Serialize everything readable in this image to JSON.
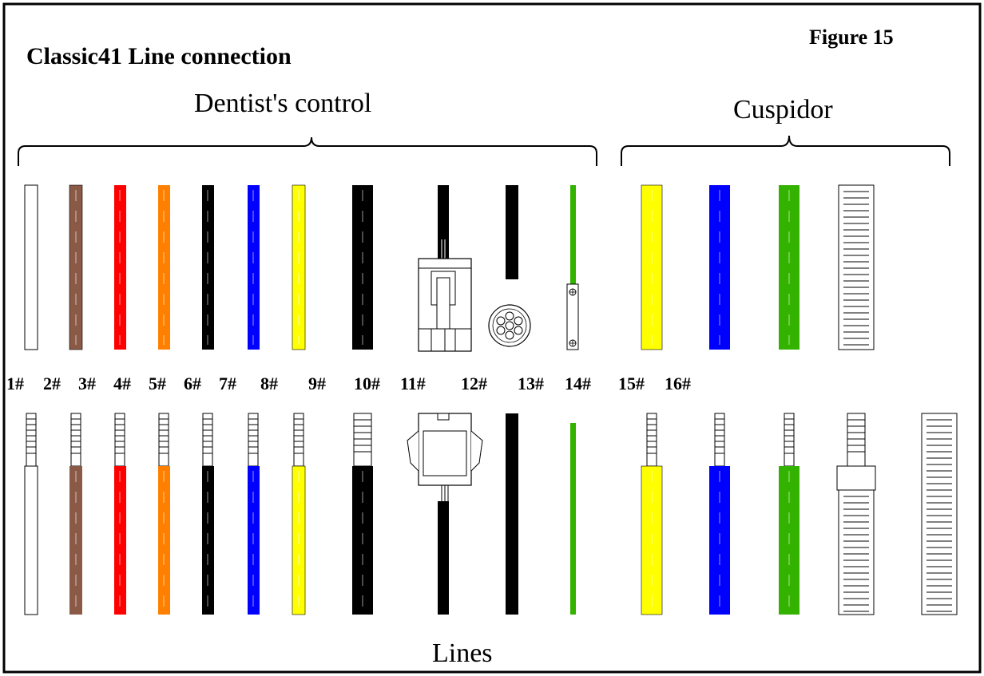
{
  "title": "Classic41 Line connection",
  "figure_label": "Figure  15",
  "group_labels": {
    "dentist": "Dentist's control",
    "cuspidor": "Cuspidor"
  },
  "footer_label": "Lines",
  "wire_numbers": [
    "1#",
    "2#",
    "3#",
    "4#",
    "5#",
    "6#",
    "7#",
    "8#",
    "9#",
    "10#",
    "11#",
    "12#",
    "13#",
    "14#",
    "15#",
    "16#"
  ],
  "colors": {
    "white": "#ffffff",
    "brown": "#8b5a46",
    "red": "#ff0000",
    "orange": "#ff8000",
    "black": "#000000",
    "blue": "#0000ff",
    "yellow": "#ffff00",
    "green": "#33b200"
  }
}
